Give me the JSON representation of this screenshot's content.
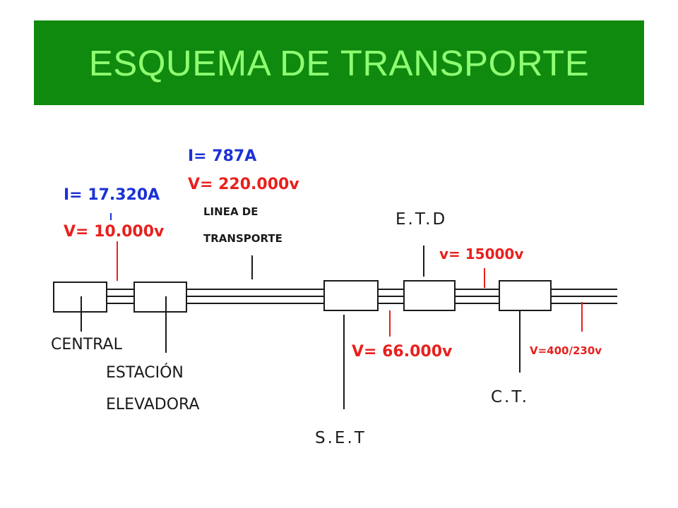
{
  "title": "ESQUEMA DE TRANSPORTE",
  "colors": {
    "banner": "#0f8a0f",
    "title_text": "#8fff72",
    "current_label": "#1b31d6",
    "voltage_label": "#e8201d",
    "structure": "#1a1a1a"
  },
  "labels": {
    "i_central": "I= 17.320A",
    "v_central": "V= 10.000v",
    "i_line": "I= 787A",
    "v_line": "V= 220.000v",
    "line_title_1": "LINEA DE",
    "line_title_2": "TRANSPORTE",
    "etd": "E.T.D",
    "v_etd": "v= 15000v",
    "central": "CENTRAL",
    "estacion_1": "ESTACIÓN",
    "estacion_2": "ELEVADORA",
    "v_set": "V= 66.000v",
    "v_ct": "V=400/230v",
    "set": "S.E.T",
    "ct": "C.T."
  }
}
